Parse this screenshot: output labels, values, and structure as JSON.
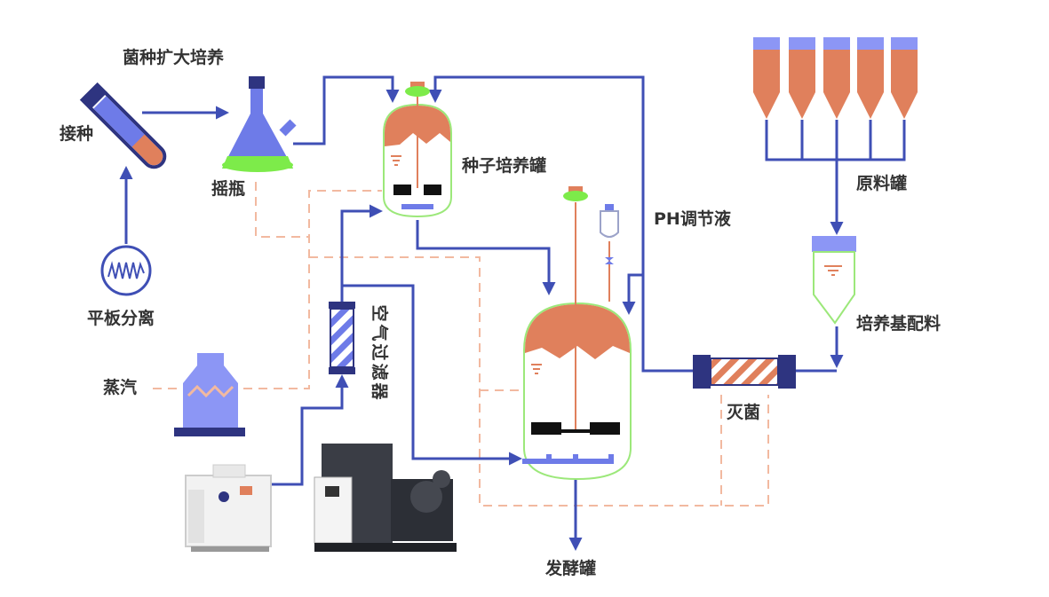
{
  "labels": {
    "expand_culture": "菌种扩大培养",
    "inoculate": "接种",
    "shake_flask": "摇瓶",
    "plate_separation": "平板分离",
    "steam": "蒸汽",
    "seed_tank": "种子培养罐",
    "air_filter": [
      "空",
      "气",
      "过",
      "滤",
      "器"
    ],
    "ph_solution": "PH调节液",
    "raw_tank": "原料罐",
    "medium_mix": "培养基配料",
    "sterilize": "灭菌",
    "fermenter": "发酵罐"
  },
  "colors": {
    "main_line": "#3F4FB5",
    "steam_line": "#F2B9A0",
    "tank_fill": "#E0805C",
    "tank_cap": "#8C96F5",
    "flask_green": "#7DEB4A",
    "tube_blue": "#6E7BE8",
    "dark_navy": "#2E3480"
  }
}
